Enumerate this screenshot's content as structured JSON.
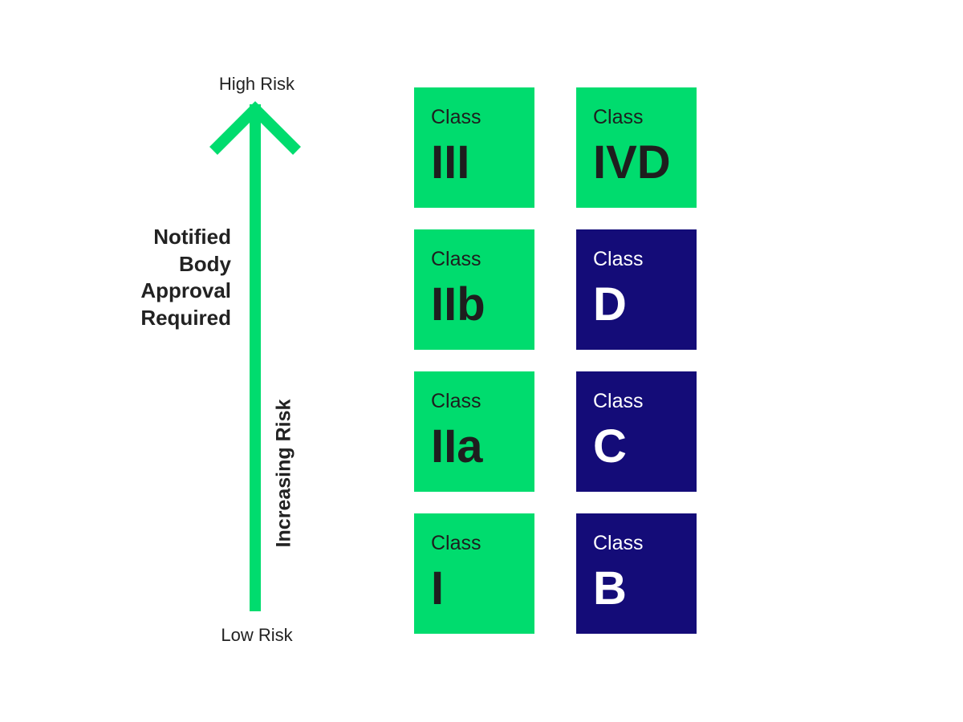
{
  "axis": {
    "top_label": "High Risk",
    "bottom_label": "Low Risk",
    "side_label": "Increasing Risk",
    "arrow_color": "#00dc6e"
  },
  "notified_body": {
    "lines": [
      "Notified",
      "Body",
      "Approval",
      "Required"
    ]
  },
  "colors": {
    "green": "#00dc6e",
    "navy": "#140c78",
    "dark_text": "#1e1e1e",
    "light_text": "#ffffff"
  },
  "mdr_classes": [
    {
      "word": "Class",
      "name": "III"
    },
    {
      "word": "Class",
      "name": "IIb"
    },
    {
      "word": "Class",
      "name": "IIa"
    },
    {
      "word": "Class",
      "name": "I"
    }
  ],
  "ivdr_classes": [
    {
      "word": "Class",
      "name": "IVD"
    },
    {
      "word": "Class",
      "name": "D"
    },
    {
      "word": "Class",
      "name": "C"
    },
    {
      "word": "Class",
      "name": "B"
    }
  ]
}
